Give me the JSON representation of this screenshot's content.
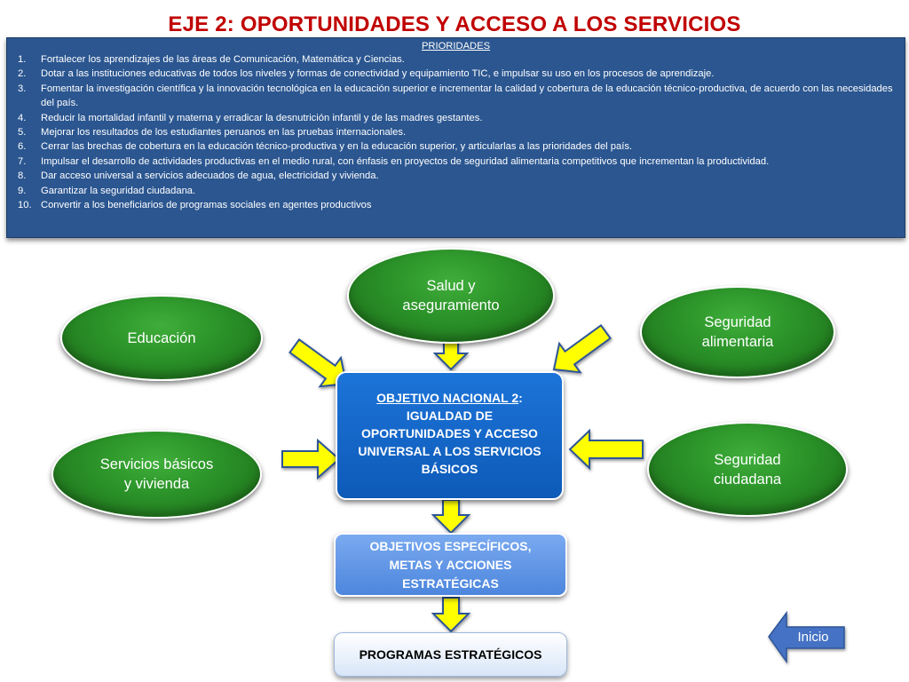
{
  "title": "EJE 2: OPORTUNIDADES Y ACCESO A LOS SERVICIOS",
  "priorities": {
    "heading": "PRIORIDADES",
    "items": [
      {
        "num": "1.",
        "text": "Fortalecer los aprendizajes de las áreas de Comunicación, Matemática y Ciencias."
      },
      {
        "num": "2.",
        "text": "Dotar a las instituciones educativas de todos los niveles y formas de conectividad y equipamiento TIC, e impulsar su uso en los procesos de aprendizaje."
      },
      {
        "num": "3.",
        "text": "Fomentar la investigación científica y la innovación tecnológica en la educación superior e incrementar la calidad y cobertura de la educación técnico-productiva, de acuerdo con las necesidades del país."
      },
      {
        "num": "4.",
        "text": "Reducir la mortalidad infantil y materna y erradicar la desnutrición infantil y de las madres gestantes."
      },
      {
        "num": "5.",
        "text": "Mejorar los resultados de los estudiantes peruanos en las pruebas internacionales."
      },
      {
        "num": "6.",
        "text": "Cerrar las brechas de cobertura en la educación técnico-productiva y en la educación superior, y articularlas a las prioridades del país."
      },
      {
        "num": "7.",
        "text": "Impulsar el desarrollo de actividades productivas en el medio  rural, con énfasis  en proyectos de seguridad  alimentaria competitivos que incrementan la productividad."
      },
      {
        "num": "8.",
        "text": "Dar acceso universal a servicios adecuados de agua, electricidad y vivienda."
      },
      {
        "num": "9.",
        "text": "Garantizar la seguridad ciudadana."
      },
      {
        "num": "10.",
        "text": "Convertir a los beneficiarios de programas sociales en agentes productivos"
      }
    ]
  },
  "nodes": {
    "salud": {
      "line1": "Salud y",
      "line2": "aseguramiento"
    },
    "educacion": {
      "line1": "Educación"
    },
    "seguridad_alimentaria": {
      "line1": "Seguridad",
      "line2": "alimentaria"
    },
    "servicios": {
      "line1": "Servicios básicos",
      "line2": "y vivienda"
    },
    "seguridad_ciudadana": {
      "line1": "Seguridad",
      "line2": "ciudadana"
    }
  },
  "objective": {
    "label": "OBJETIVO NACIONAL 2",
    "colon": ":",
    "lines": [
      "IGUALDAD DE",
      "OPORTUNIDADES Y ACCESO",
      "UNIVERSAL A LOS SERVICIOS",
      "BÁSICOS"
    ]
  },
  "specific": {
    "lines": [
      "OBJETIVOS ESPECÍFICOS,",
      "METAS Y ACCIONES",
      "ESTRATÉGICAS"
    ]
  },
  "programs": {
    "label": "PROGRAMAS ESTRATÉGICOS"
  },
  "nav": {
    "inicio": "Inicio"
  },
  "colors": {
    "title": "#c00000",
    "priorities_bg": "#2b5690",
    "ellipse_green": "#2a9128",
    "arrow_yellow": "#ffff00",
    "objective_blue": "#1565c8",
    "specific_blue": "#5d92e4",
    "inicio_blue": "#4472c4"
  }
}
